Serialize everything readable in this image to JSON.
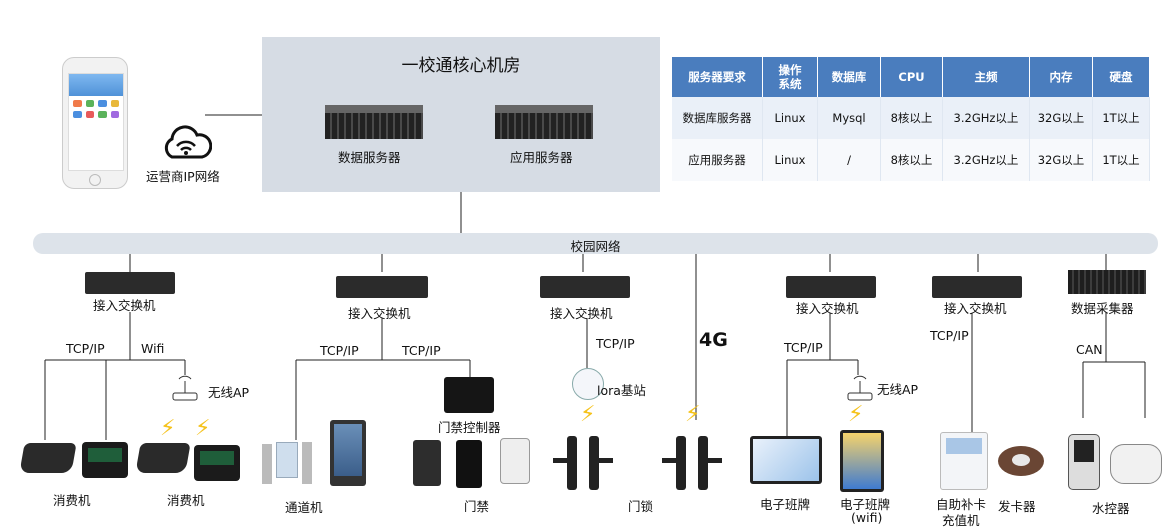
{
  "core_room": {
    "title": "一校通核心机房",
    "db_server_label": "数据服务器",
    "app_server_label": "应用服务器"
  },
  "carrier_network": "运营商IP网络",
  "campus_network": "校园网络",
  "spec_table": {
    "headers": [
      "服务器要求",
      "操作\n系统",
      "数据库",
      "CPU",
      "主频",
      "内存",
      "硬盘"
    ],
    "rows": [
      [
        "数据库服务器",
        "Linux",
        "Mysql",
        "8核以上",
        "3.2GHz以上",
        "32G以上",
        "1T以上"
      ],
      [
        "应用服务器",
        "Linux",
        "/",
        "8核以上",
        "3.2GHz以上",
        "32G以上",
        "1T以上"
      ]
    ]
  },
  "switch_label": "接入交换机",
  "collector_label": "数据采集器",
  "links": {
    "tcp_ip": "TCP/IP",
    "wifi": "Wifi",
    "can": "CAN",
    "four_g": "4G"
  },
  "devices": {
    "wireless_ap": "无线AP",
    "pos": "消费机",
    "pos2": "消费机",
    "gate_machine": "通道机",
    "access_controller": "门禁控制器",
    "access": "门禁",
    "lora_station": "lora基站",
    "door_lock": "门锁",
    "class_board": "电子班牌",
    "class_board_wifi_1": "电子班牌",
    "class_board_wifi_2": "(wifi)",
    "recharge_1": "自助补卡",
    "recharge_2": "充值机",
    "card_issuer": "发卡器",
    "water_controller": "水控器"
  },
  "colors": {
    "header_blue": "#4a7dbe",
    "core_bg": "#d6dce4",
    "network_bar": "#dde3ea",
    "bolt": "#f5c21b"
  }
}
